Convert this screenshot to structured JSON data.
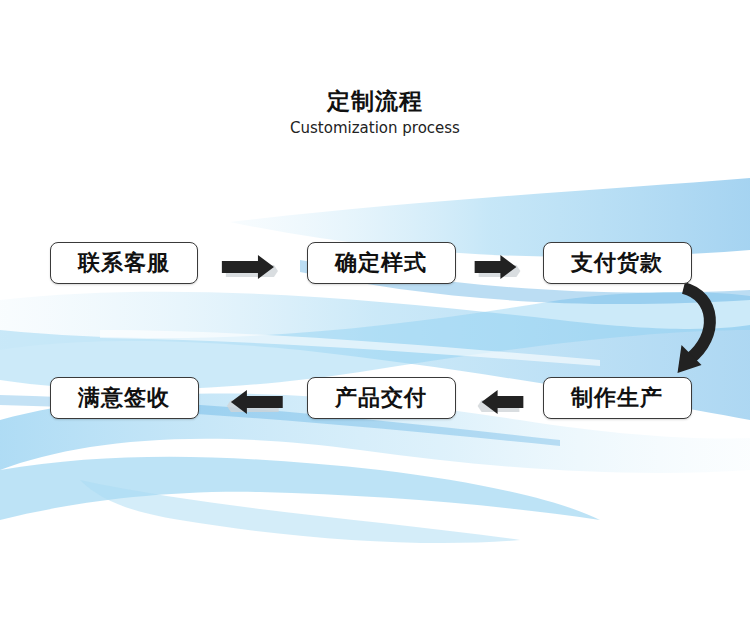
{
  "diagram": {
    "title": "定制流程",
    "nodes": [
      {
        "text": [
          "联系客服"
        ]
      },
      {
        "text": [
          "确定样式"
        ]
      },
      {
        "text": [
          "支付货款"
        ]
      },
      {
        "text": [
          "制作生产"
        ]
      },
      {
        "text": [
          "产品交付"
        ]
      },
      {
        "text": [
          "满意签收"
        ]
      }
    ],
    "edges": [
      {
        "from": 0,
        "to": 1,
        "arrow": "to"
      },
      {
        "from": 1,
        "to": 2,
        "arrow": "to"
      },
      {
        "from": 2,
        "to": 3,
        "arrow": "to"
      },
      {
        "from": 3,
        "to": 4,
        "arrow": "to"
      },
      {
        "from": 4,
        "to": 5,
        "arrow": "to"
      }
    ],
    "labels": [
      "Customization process"
    ]
  }
}
